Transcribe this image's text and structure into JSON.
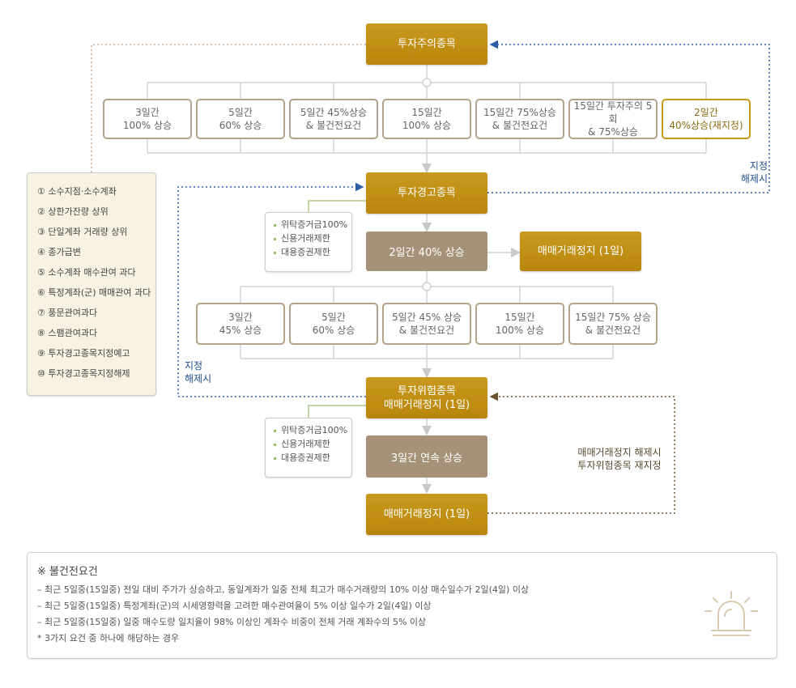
{
  "top": {
    "title": "투자주의종목",
    "criteria": [
      "3일간\n100% 상승",
      "5일간\n60% 상승",
      "5일간 45%상승\n& 불건전요건",
      "15일간\n100% 상승",
      "15일간 75%상승\n& 불건전요건",
      "15일간 투자주의 5회\n& 75%상승",
      "2일간\n40%상승(재지정)"
    ]
  },
  "warning": {
    "title": "투자경고종목",
    "note": [
      "위탁증거금100%",
      "신용거래제한",
      "대용증권제한"
    ],
    "rise_box": "2일간 40% 상승",
    "halt_box": "매매거래정지 (1일)",
    "criteria": [
      "3일간\n45% 상승",
      "5일간\n60% 상승",
      "5일간 45% 상승\n& 불건전요건",
      "15일간\n100% 상승",
      "15일간 75% 상승\n& 불건전요건"
    ]
  },
  "danger": {
    "title_line1": "투자위험종목",
    "title_line2": "매매거래정지 (1일)",
    "note": [
      "위탁증거금100%",
      "신용거래제한",
      "대용증권제한"
    ],
    "rise_box": "3일간 연속 상승",
    "halt_box": "매매거래정지 (1일)"
  },
  "labels": {
    "designate_release_right_1": "지정",
    "designate_release_right_2": "해제시",
    "designate_release_left_1": "지정",
    "designate_release_left_2": "해제시",
    "halt_release_1": "매매거래정지 해제시",
    "halt_release_2": "투자위험종목 재지정"
  },
  "legend": [
    "① 소수지점·소수계좌",
    "② 상한가잔량 상위",
    "③ 단일계좌 거래량 상위",
    "④ 종가급변",
    "⑤ 소수계좌 매수관여 과다",
    "⑥ 특정계좌(군) 매매관여 과다",
    "⑦ 풍문관여과다",
    "⑧ 스팸관여과다",
    "⑨ 투자경고종목지정예고",
    "⑩ 투자경고종목지정해제"
  ],
  "footer": {
    "title": "※ 불건전요건",
    "lines": [
      "– 최근 5일중(15일중) 전일 대비 주가가 상승하고, 동일계좌가 일중 전체 최고가 매수거래량의 10% 이상 매수일수가 2일(4일) 이상",
      "– 최근 5일중(15일중) 특정계좌(군)의 시세영향력을 고려한 매수관여율이 5% 이상 일수가 2일(4일) 이상",
      "– 최근 5일중(15일중) 일중 매수도량 일치율이 98% 이상인 계좌수 비중이 전체 거래 계좌수의 5% 이상",
      "* 3가지 요건 중 하나에 해당하는 경우"
    ]
  },
  "colors": {
    "gold": "#c0901a",
    "brown": "#a59278",
    "blue_dotted": "#2a5fa8",
    "brown_dotted": "#8b6a2a",
    "green_line": "#9bbf6a"
  }
}
